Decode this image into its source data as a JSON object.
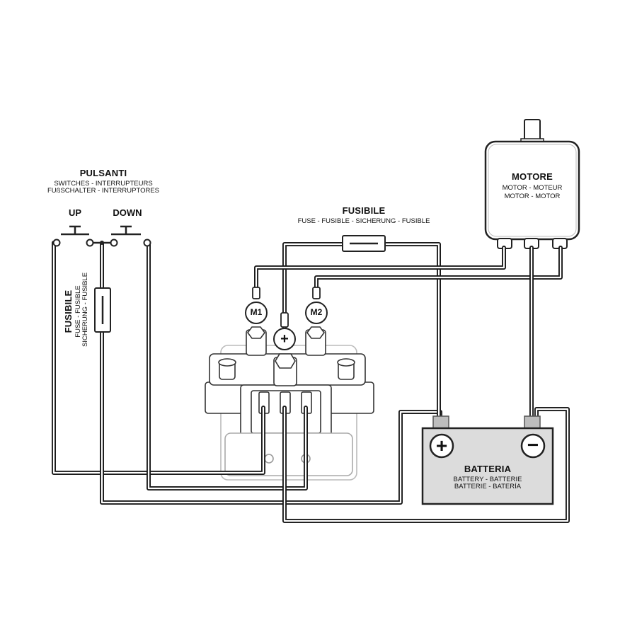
{
  "switches": {
    "title": "PULSANTI",
    "subtitle_1": "SWITCHES - INTERRUPTEURS",
    "subtitle_2": "FUßSCHALTER - INTERRUPTORES",
    "up_label": "UP",
    "down_label": "DOWN"
  },
  "fuse_top": {
    "title": "FUSIBILE",
    "subtitle": "FUSE - FUSIBLE - SICHERUNG - FUSIBLE"
  },
  "fuse_side": {
    "title": "FUSIBILE",
    "subtitle_1": "FUSE - FUSIBLE",
    "subtitle_2": "SICHERUNG - FUSIBLE"
  },
  "motor": {
    "title": "MOTORE",
    "subtitle_1": "MOTOR - MOTEUR",
    "subtitle_2": "MOTOR - MOTOR"
  },
  "battery": {
    "title": "BATTERIA",
    "subtitle_1": "BATTERY - BATTERIE",
    "subtitle_2": "BATTERIE - BATERÍA",
    "plus_symbol": "+",
    "minus_symbol": "−"
  },
  "solenoid": {
    "terminal_m1": "M1",
    "terminal_m2": "M2",
    "terminal_plus": "+"
  }
}
